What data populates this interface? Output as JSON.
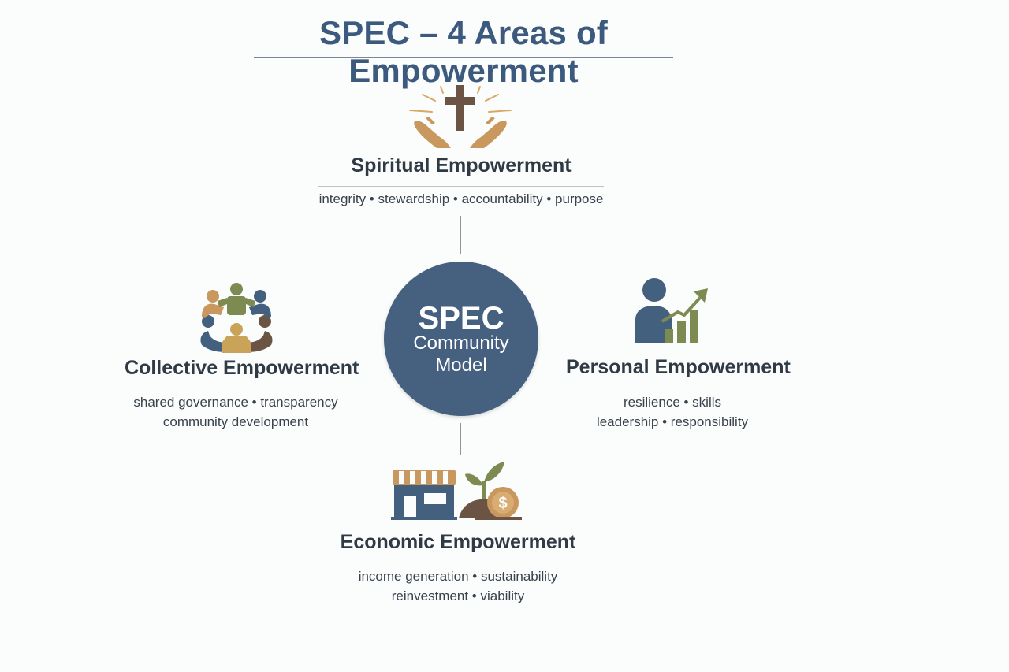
{
  "title": "SPEC – 4 Areas of Empowerment",
  "hub": {
    "line1": "SPEC",
    "line2": "Community",
    "line3": "Model"
  },
  "nodes": {
    "spiritual": {
      "title": "Spiritual Empowerment",
      "values": "integrity • stewardship • accountability • purpose",
      "icon": "cross-hands-icon"
    },
    "collective": {
      "title": "Collective Empowerment",
      "line1": "shared governance • transparency",
      "line2": "community development",
      "icon": "people-circle-icon"
    },
    "personal": {
      "title": "Personal Empowerment",
      "line1": "resilience • skills",
      "line2": "leadership • responsibility",
      "icon": "person-growth-chart-icon"
    },
    "economic": {
      "title": "Economic Empowerment",
      "line1": "income generation • sustainability",
      "line2": "reinvestment • viability",
      "icon": "shop-plant-coin-icon"
    }
  },
  "colors": {
    "navy": "#3b5a7d",
    "hub": "#45617f",
    "tan": "#c8985e",
    "brown": "#6b5443",
    "olive": "#7d8a52",
    "gold": "#c9a458"
  }
}
